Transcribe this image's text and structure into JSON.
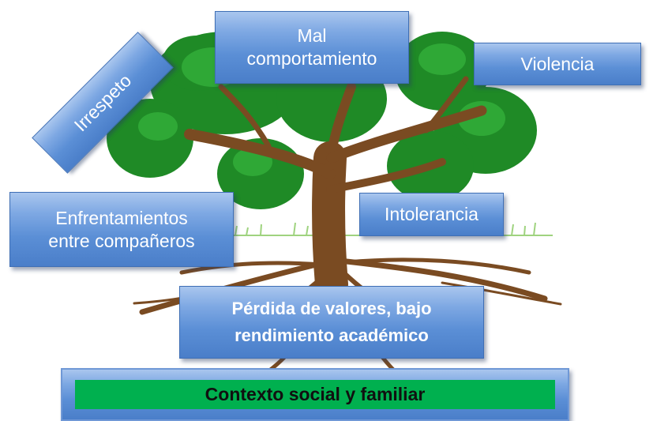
{
  "diagram": {
    "boxes": {
      "mal_comportamiento": [
        "Mal",
        "comportamiento"
      ],
      "violencia": "Violencia",
      "irrespeto": "Irrespeto",
      "enfrentamientos": [
        "Enfrentamientos",
        "entre compañeros"
      ],
      "intolerancia": "Intolerancia",
      "perdida": [
        "Pérdida de valores, bajo",
        "rendimiento académico"
      ],
      "contexto": "Contexto social y familiar"
    },
    "colors": {
      "box_gradient_top": "#a9c6ee",
      "box_gradient_bottom": "#4a7ec9",
      "box_text": "#ffffff",
      "foliage": "#1f8a26",
      "foliage_highlight": "#2fa836",
      "trunk": "#7a4b22",
      "grass": "#9fd37f",
      "context_fill": "#00b04f"
    }
  }
}
